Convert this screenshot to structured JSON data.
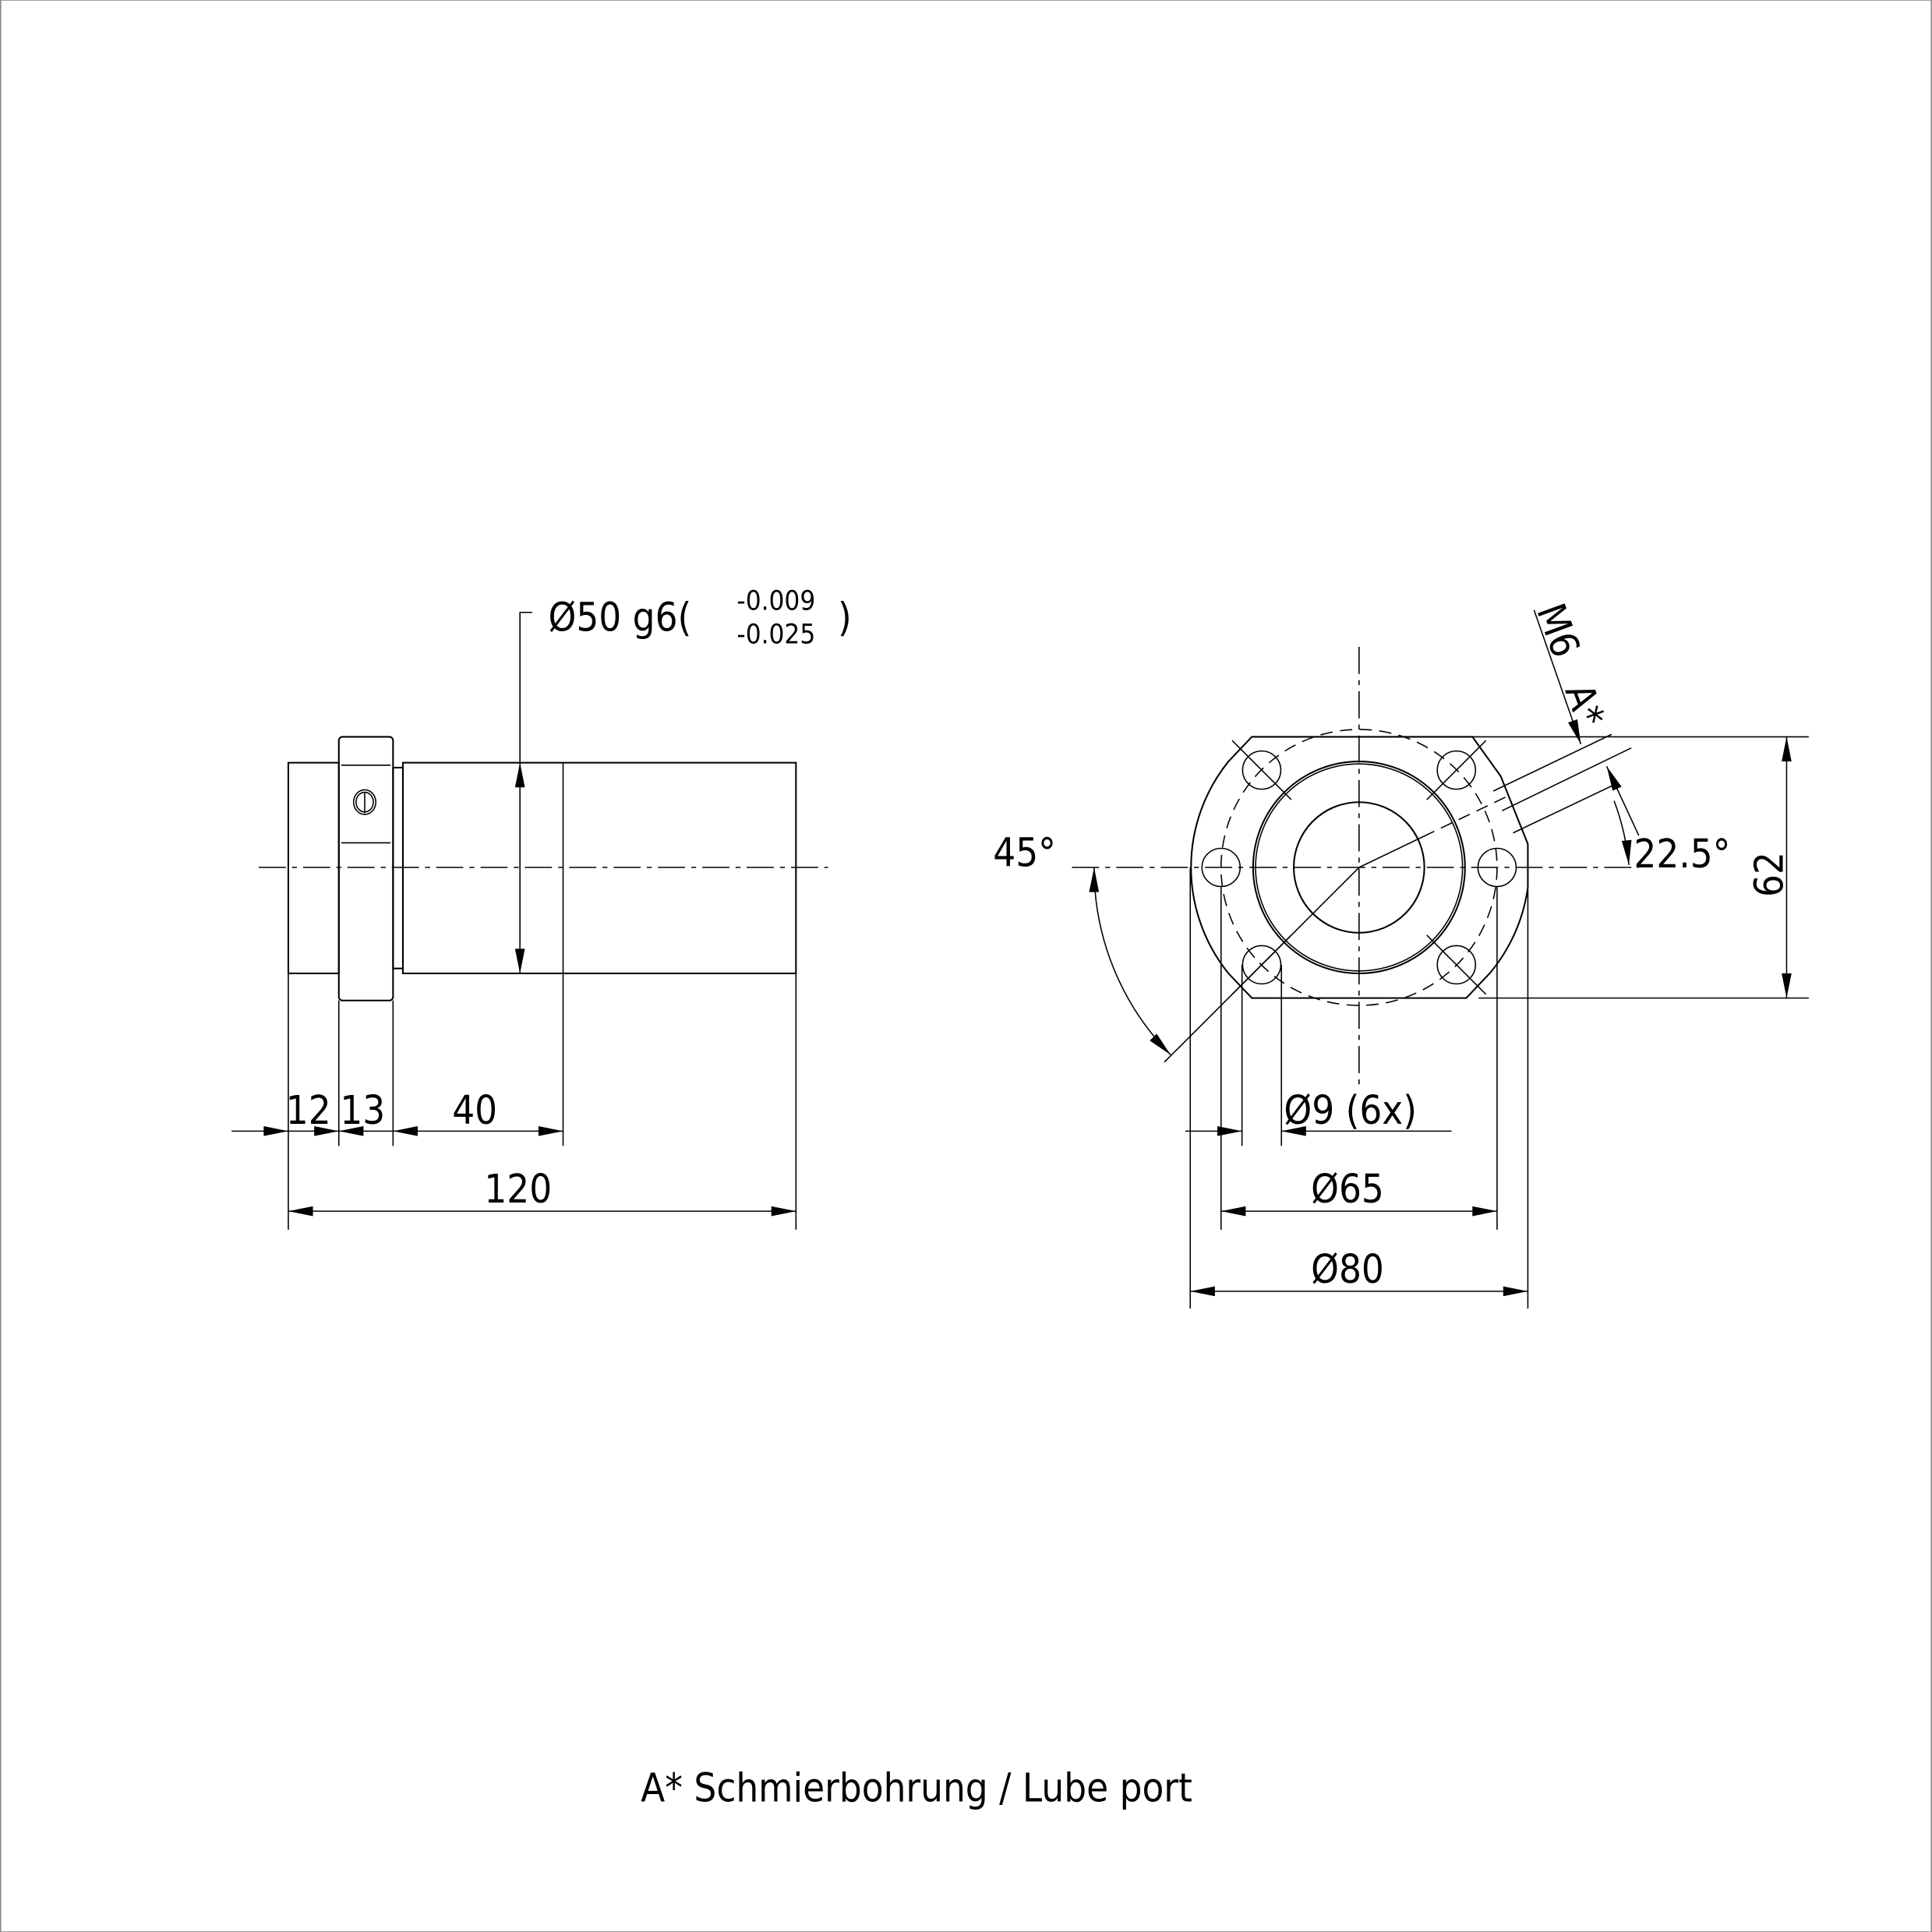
{
  "left_view": {
    "diameter_label": "Ø50 g6(",
    "tolerance_upper": "-0.009",
    "tolerance_lower": "-0.025",
    "tolerance_close": ")",
    "dim_12": "12",
    "dim_13": "13",
    "dim_40": "40",
    "dim_120": "120"
  },
  "right_view": {
    "thread_label": "M6",
    "port_label": "A*",
    "angle_small": "22.5°",
    "angle_large": "45°",
    "height": "62",
    "hole_label": "Ø9 (6x)",
    "bolt_circle": "Ø65",
    "outer_diameter": "Ø80"
  },
  "footer": {
    "note": "A* Schmierbohrung / Lube port"
  }
}
